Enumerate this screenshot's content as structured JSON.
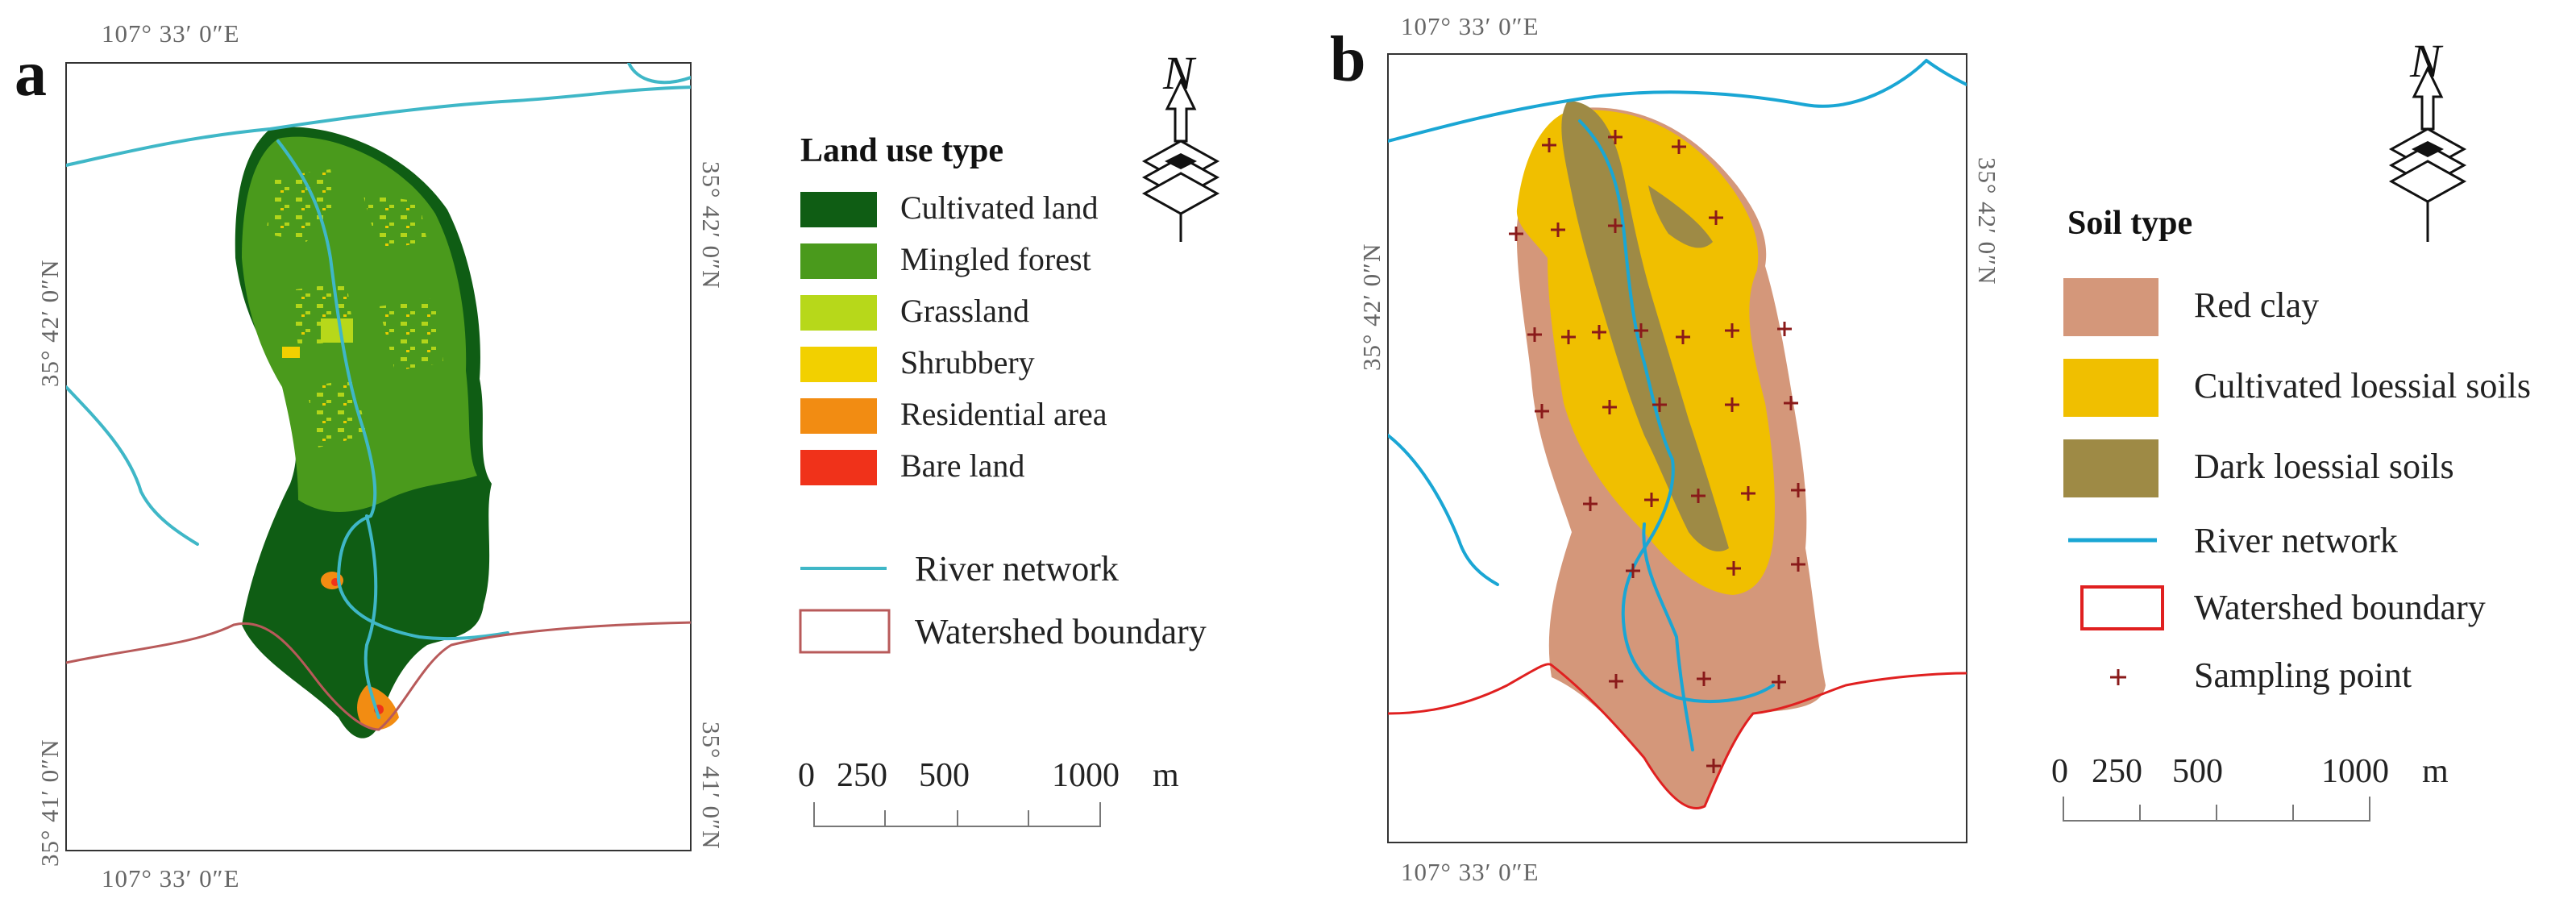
{
  "panel_a": {
    "letter": "a",
    "coords": {
      "top_lon": "107° 33′ 0″E",
      "bottom_lon": "107° 33′ 0″E",
      "lat_mid_left": "35° 42′ 0″N",
      "lat_mid_right": "35° 42′ 0″N",
      "lat_low_left": "35° 41′ 0″N",
      "lat_low_right": "35° 41′ 0″N"
    },
    "north_label": "N",
    "legend": {
      "title": "Land use type",
      "classes": [
        {
          "label": "Cultivated land",
          "color": "#0f5d14"
        },
        {
          "label": "Mingled forest",
          "color": "#4a9a1c"
        },
        {
          "label": "Grassland",
          "color": "#b7d81a"
        },
        {
          "label": "Shrubbery",
          "color": "#f2d000"
        },
        {
          "label": "Residential area",
          "color": "#f28c12"
        },
        {
          "label": "Bare land",
          "color": "#f0321a"
        }
      ],
      "lines": [
        {
          "label": "River network",
          "color": "#3fb7c7"
        },
        {
          "label": "Watershed boundary",
          "color": "#b85a5a"
        }
      ]
    },
    "scale": {
      "ticks": [
        "0",
        "250",
        "500",
        "1000"
      ],
      "unit": "m"
    }
  },
  "panel_b": {
    "letter": "b",
    "coords": {
      "top_lon": "107° 33′ 0″E",
      "bottom_lon": "107° 33′ 0″E",
      "lat_left": "35° 42′ 0″N",
      "lat_right": "35° 42′ 0″N"
    },
    "north_label": "N",
    "legend": {
      "title": "Soil type",
      "classes": [
        {
          "label": "Red clay",
          "color": "#d4977a"
        },
        {
          "label": "Cultivated loessial soils",
          "color": "#f0bf00"
        },
        {
          "label": "Dark loessial soils",
          "color": "#9e8a45"
        }
      ],
      "lines": [
        {
          "label": "River network",
          "color": "#1aa6d4"
        },
        {
          "label": "Watershed boundary",
          "color": "#e02020"
        }
      ],
      "point": {
        "label": "Sampling point",
        "symbol": "+",
        "color": "#8a1a1a"
      }
    },
    "scale": {
      "ticks": [
        "0",
        "250",
        "500",
        "1000"
      ],
      "unit": "m"
    }
  }
}
